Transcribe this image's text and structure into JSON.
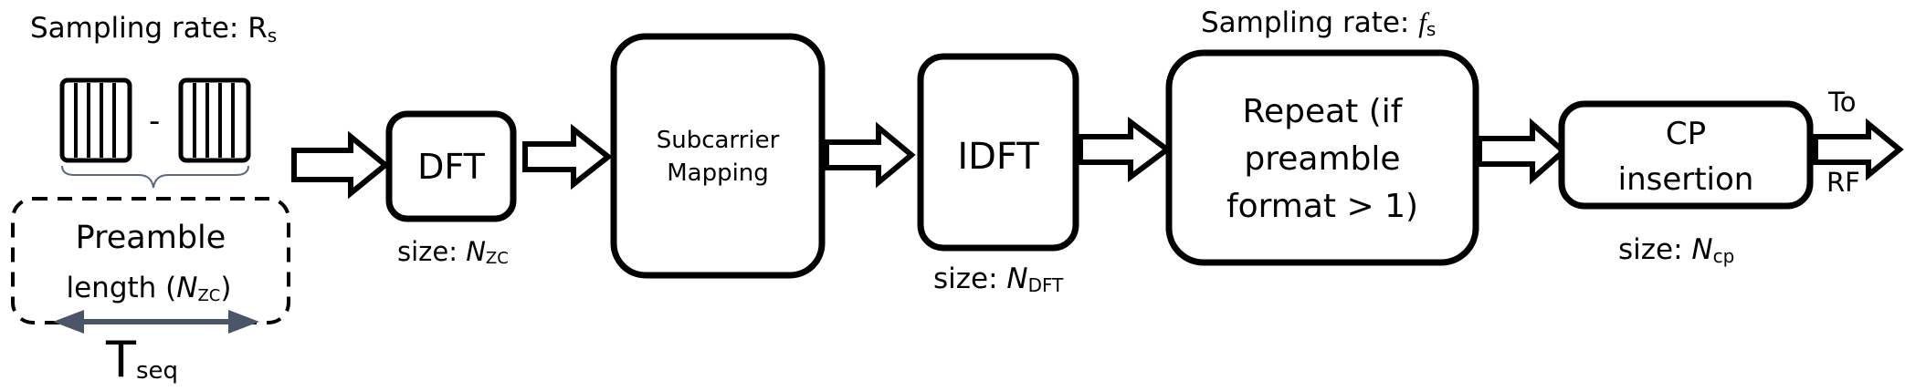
{
  "labels": {
    "sampling_rate_rs_prefix": "Sampling rate: ",
    "sampling_rate_rs_symbol": "R",
    "sampling_rate_rs_sub": "s",
    "seq_separator": "-",
    "preamble_line1": "Preamble",
    "preamble_line2_prefix": "length (",
    "preamble_line2_symbol": "N",
    "preamble_line2_sub": "ZC",
    "preamble_line2_suffix": ")",
    "tseq_main": "T",
    "tseq_sub": "seq",
    "sampling_rate_fs_prefix": "Sampling rate: ",
    "sampling_rate_fs_symbol": "f",
    "sampling_rate_fs_sub": "s",
    "to_label": "To",
    "rf_label": "RF"
  },
  "blocks": {
    "dft": {
      "label": "DFT",
      "size_prefix": "size: ",
      "size_symbol": "N",
      "size_sub": "ZC"
    },
    "subcarrier_mapping": {
      "line1": "Subcarrier",
      "line2": "Mapping"
    },
    "idft": {
      "label": "IDFT",
      "size_prefix": "size: ",
      "size_symbol": "N",
      "size_sub": "DFT"
    },
    "repeat": {
      "line1": "Repeat (if",
      "line2": "preamble",
      "line3": "format > 1)"
    },
    "cp_insertion": {
      "line1": "CP",
      "line2": "insertion",
      "size_prefix": "size: ",
      "size_symbol": "N",
      "size_sub": "cp"
    }
  },
  "colors": {
    "stroke": "#000000",
    "double_arrow": "#4a5568",
    "brace": "#5a6a80"
  }
}
